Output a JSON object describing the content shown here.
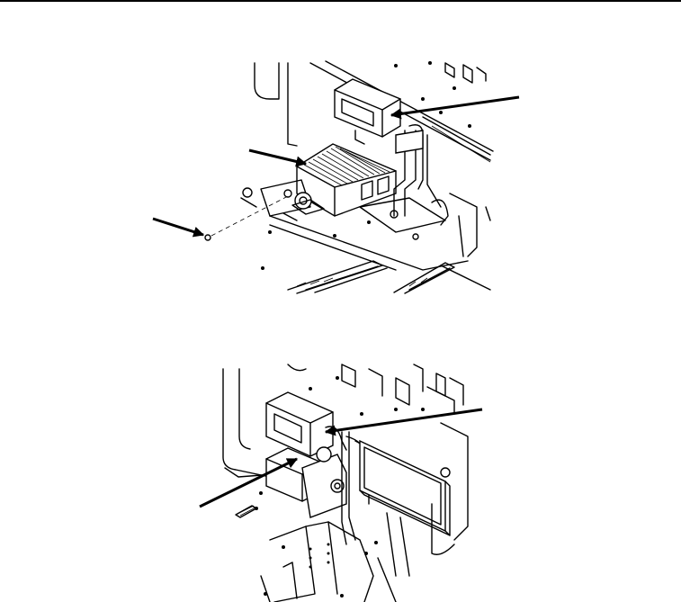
{
  "page": {
    "background": "#ffffff",
    "line_color": "#000000"
  },
  "figures": [
    {
      "id": "upper-view",
      "leader_count": 3
    },
    {
      "id": "lower-view",
      "leader_count": 2
    }
  ]
}
